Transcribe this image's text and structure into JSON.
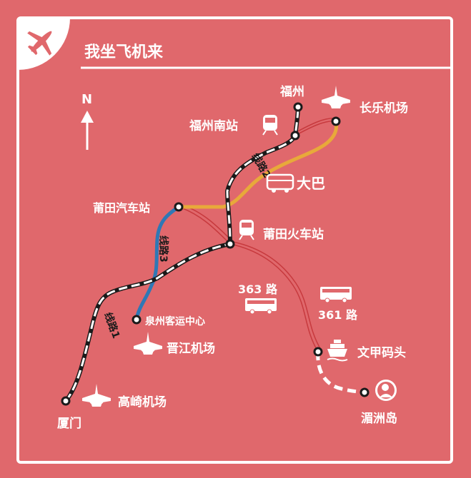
{
  "title": "我坐飞机来",
  "north": "N",
  "colors": {
    "background": "#e0686c",
    "line1": "#1a1a1a",
    "line2": "#e8a93a",
    "line3": "#2f78b5",
    "bus_route": "#c73a3e",
    "ferry": "#ffffff"
  },
  "stations": {
    "fuzhou": "福州",
    "fuzhou_south": "福州南站",
    "changle_airport": "长乐机场",
    "putian_bus": "莆田汽车站",
    "putian_train": "莆田火车站",
    "quanzhou_bus": "泉州客运中心",
    "jinjiang_airport": "晋江机场",
    "xiamen": "厦门",
    "gaoqi_airport": "高崎机场",
    "wenjia_pier": "文甲码头",
    "meizhou_island": "湄洲岛"
  },
  "routes": {
    "line1": "线路1",
    "line2": "线路2",
    "line3": "线路3",
    "coach": "大巴",
    "bus363": "363 路",
    "bus361": "361 路"
  },
  "icons": [
    "airplane-icon",
    "train-icon",
    "bus-icon",
    "ship-icon",
    "mazu-icon",
    "north-arrow-icon"
  ]
}
